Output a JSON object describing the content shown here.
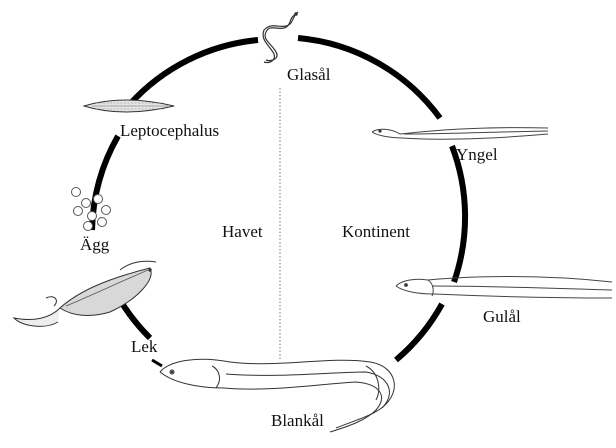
{
  "diagram": {
    "stages": {
      "glasal": "Glasål",
      "leptocephalus": "Leptocephalus",
      "yngel": "Yngel",
      "agg": "Ägg",
      "gulal": "Gulål",
      "lek": "Lek",
      "blankal": "Blankål"
    },
    "regions": {
      "havet": "Havet",
      "kontinent": "Kontinent"
    }
  },
  "colors": {
    "cycle": "#000000",
    "divider": "#777777",
    "outline": "#333333",
    "leaf_fill": "#d8d8d8"
  },
  "icons": [
    "glass-eel-icon",
    "leptocephalus-larva-icon",
    "elver-icon",
    "eggs-icon",
    "yellow-eel-icon",
    "spawning-eels-icon",
    "silver-eel-icon"
  ]
}
